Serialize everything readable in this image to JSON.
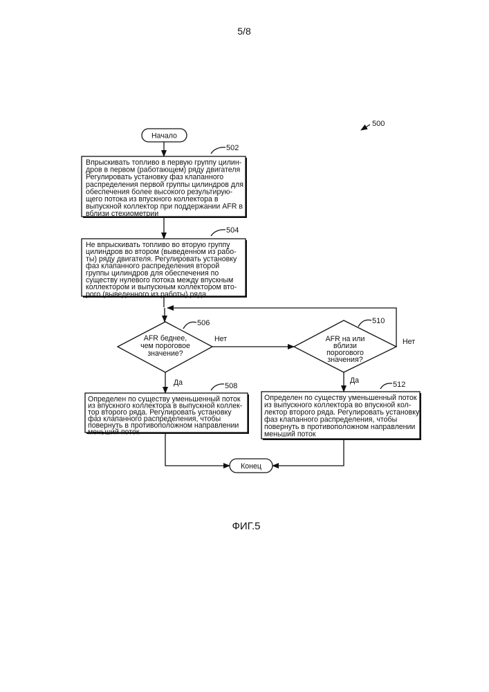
{
  "page_number": "5/8",
  "figure_ref": "500",
  "caption": "ФИГ.5",
  "start": "Начало",
  "end": "Конец",
  "steps": {
    "s502": {
      "id": "502",
      "lines": [
        "Впрыскивать топливо в первую группу цилин-",
        "дров в первом (работающем) ряду двигателя",
        "Регулировать установку фаз клапанного",
        "распределения первой группы цилиндров для",
        "обеспечения более высокого результирую-",
        "щего потока из впускного коллектора в",
        "выпускной коллектор при поддержании AFR в",
        "вблизи стехиометрии"
      ]
    },
    "s504": {
      "id": "504",
      "lines": [
        "Не впрыскивать топливо во вторую группу",
        "цилиндров во втором (выведенном из рабо-",
        "ты) ряду двигателя. Регулировать установку",
        "фаз клапанного распределения второй",
        "группы цилиндров для обеспечения по",
        "существу нулевого потока между впускным",
        "коллектором и выпускным коллектором вто-",
        "рого (выведенного из работы) ряда."
      ]
    },
    "s506": {
      "id": "506",
      "lines": [
        "AFR беднее,",
        "чем пороговое",
        "значение?"
      ]
    },
    "s510": {
      "id": "510",
      "lines": [
        "AFR на или",
        "вблизи",
        "порогового",
        "значения?"
      ]
    },
    "s508": {
      "id": "508",
      "lines": [
        "Определен по существу уменьшенный поток",
        "из впускного коллектора в выпускной коллек-",
        "тор второго ряда. Регулировать  установку",
        "фаз клапанного распределения, чтобы",
        "повернуть в противоположном направлении",
        "меньший поток"
      ]
    },
    "s512": {
      "id": "512",
      "lines": [
        "Определен по существу уменьшенный поток",
        "из выпускного коллектора во впускной кол-",
        "лектор второго ряда. Регулировать установку",
        "фаз клапанного распределения, чтобы",
        "повернуть в противоположном направлении",
        "меньший поток"
      ]
    }
  },
  "branches": {
    "no1": "Нет",
    "no2": "Нет",
    "yes1": "Да",
    "yes2": "Да"
  }
}
